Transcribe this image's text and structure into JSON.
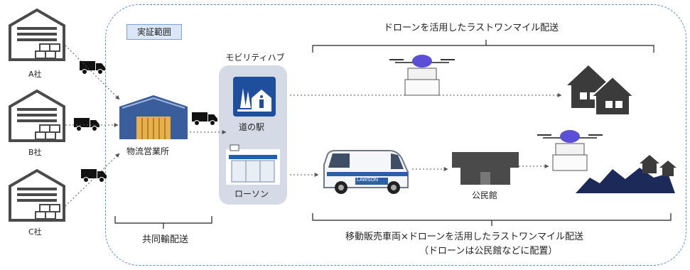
{
  "scope_label": "実証範囲",
  "companies": [
    {
      "label": "A社"
    },
    {
      "label": "B社"
    },
    {
      "label": "C社"
    }
  ],
  "office_label": "物流営業所",
  "hub": {
    "title": "モビリティハブ",
    "michinoeki_label": "道の駅",
    "lawson_label": "ローソン",
    "lawson_sign": "LAWSON"
  },
  "kominkan_label": "公民館",
  "joint_delivery_label": "共同輸配送",
  "route_top_label": "ドローンを活用したラストワンマイル配送",
  "route_bottom_label": "移動販売車両×ドローンを活用したラストワンマイル配送",
  "route_bottom_note": "（ドローンは公民館などに配置）",
  "colors": {
    "warehouse": "#4a4a4a",
    "drone_body": "#5a4fd6",
    "house": "#3b3b3b",
    "scope_border": "#5b8fc9",
    "hub_panel": "#d4dbe6",
    "station_icon": "#1f4e9c"
  }
}
